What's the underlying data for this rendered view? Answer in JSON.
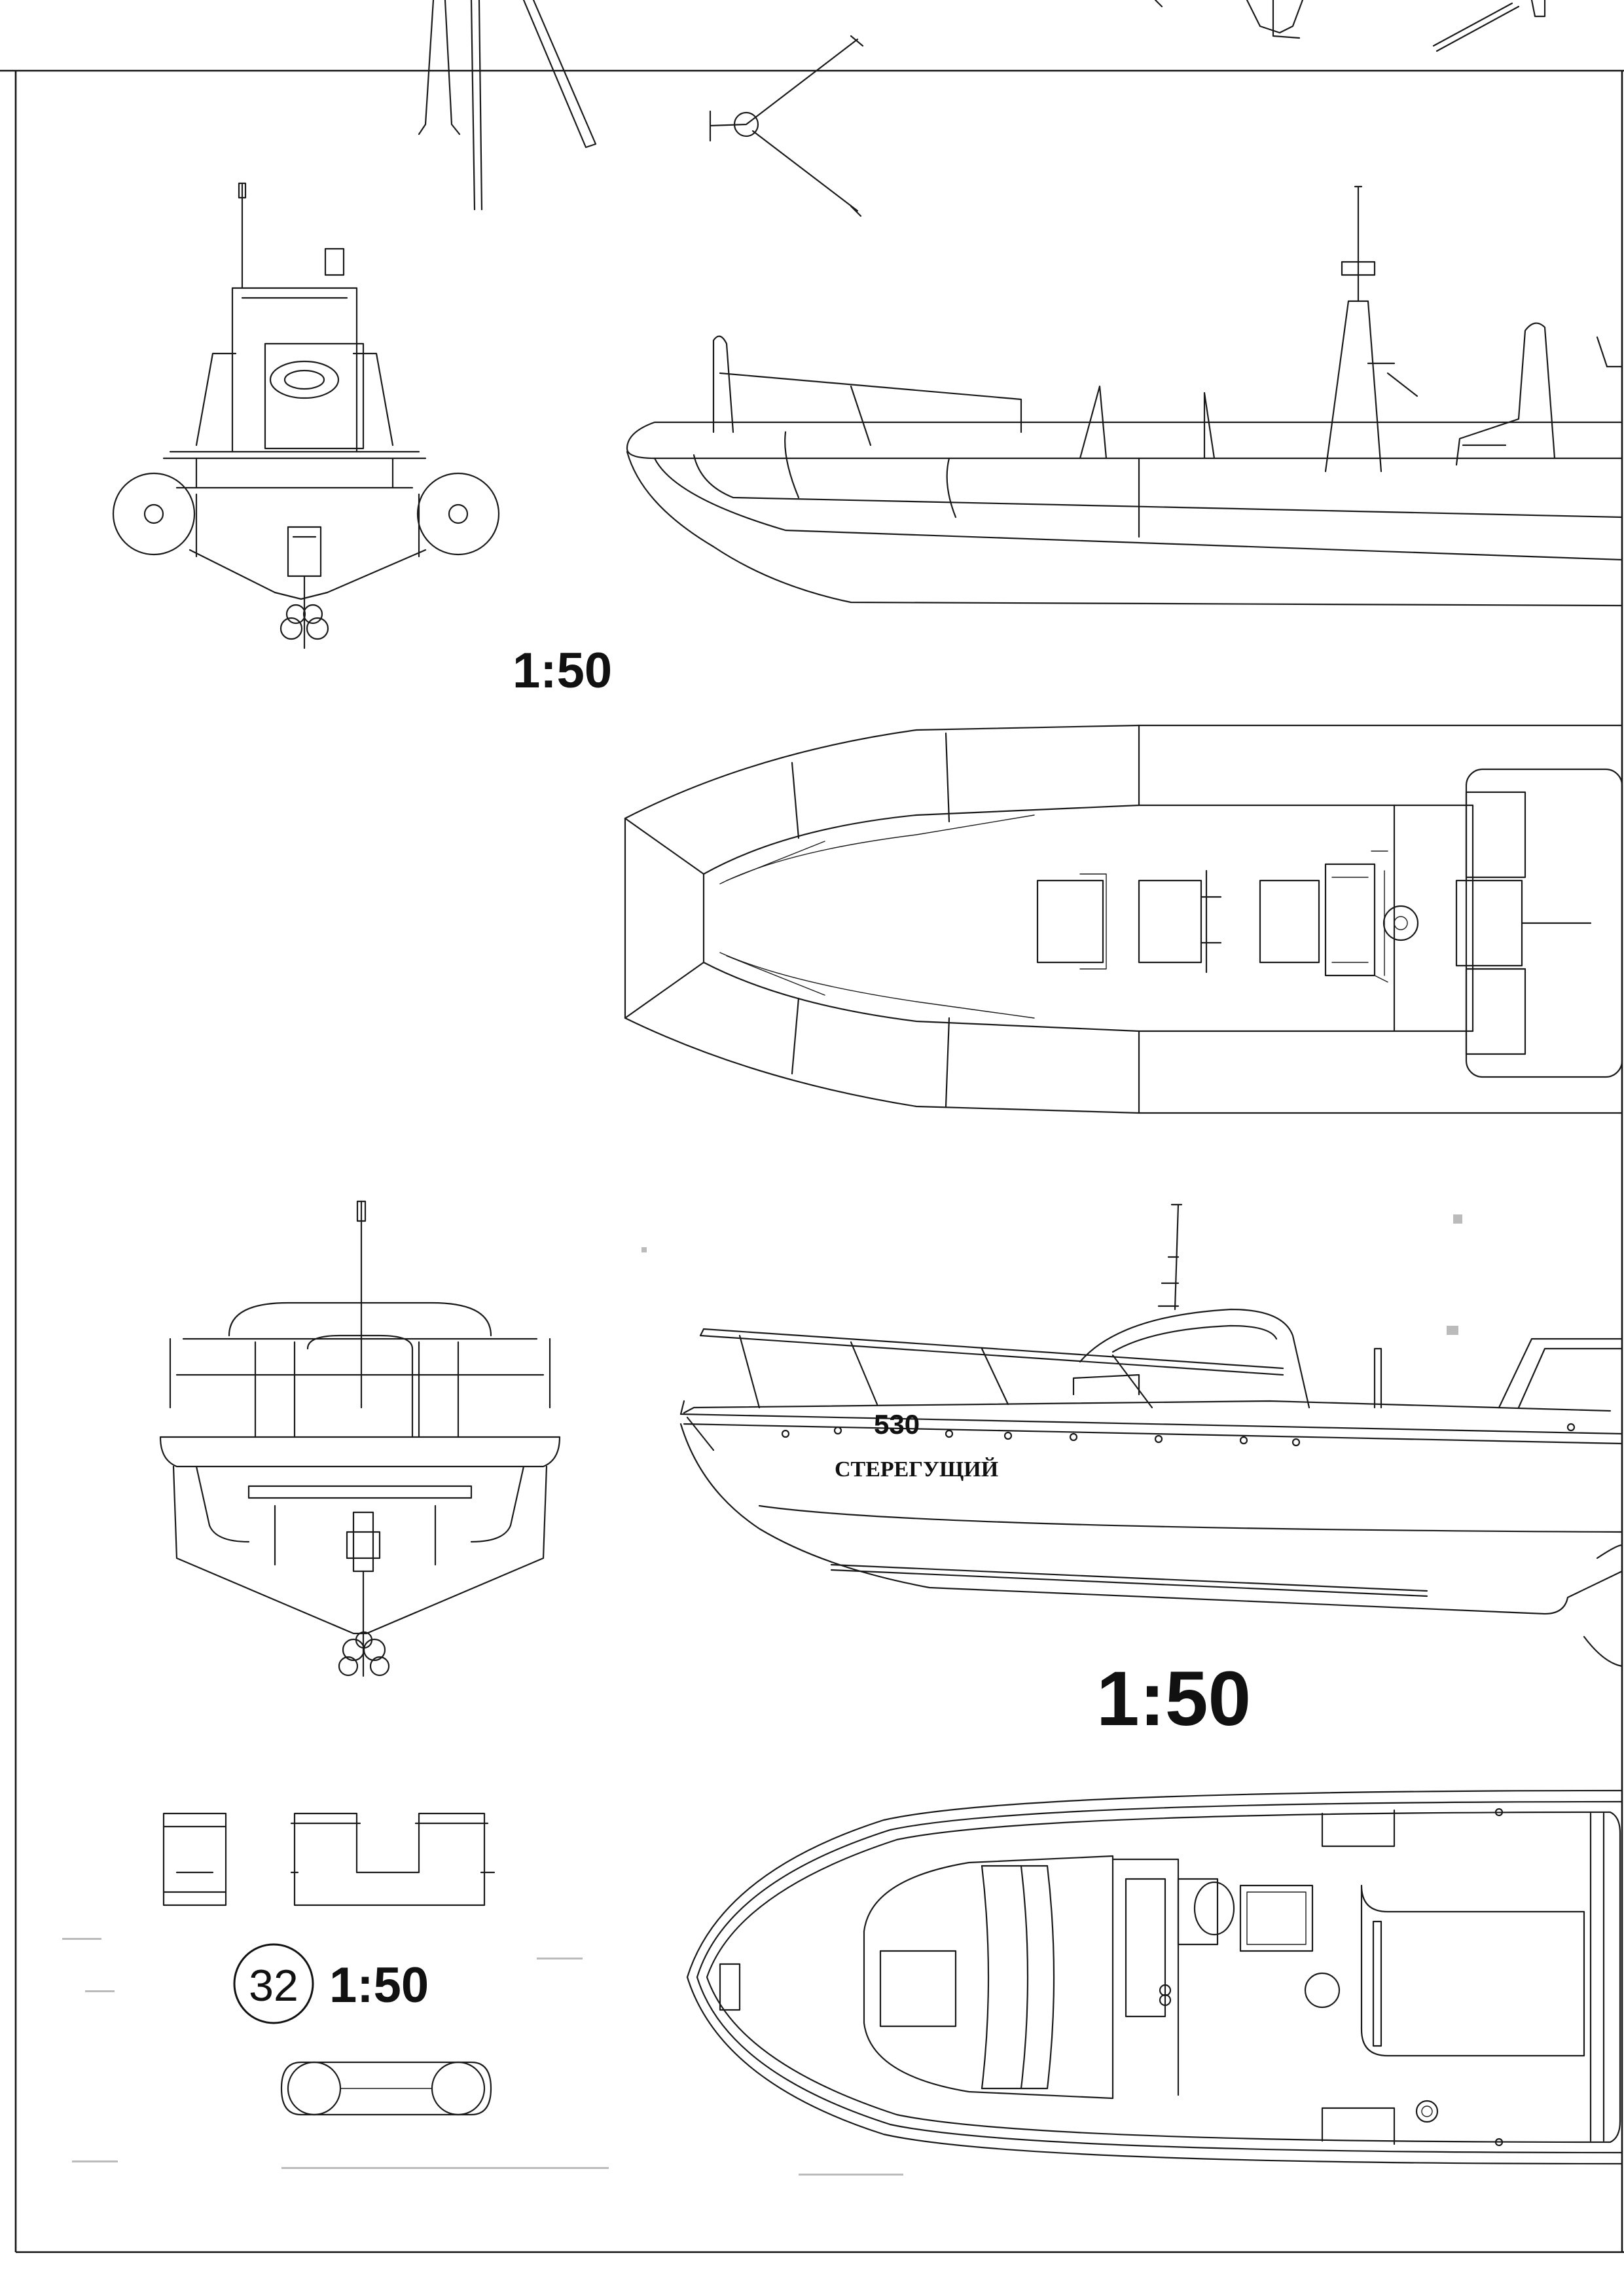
{
  "labels": {
    "scale_upper": "1:50",
    "scale_lower": "1:50",
    "scale_bottom": "1:50",
    "sheet_number": "32",
    "hull_number": "530",
    "boat_name": "СТЕРЕГУЩИЙ"
  }
}
